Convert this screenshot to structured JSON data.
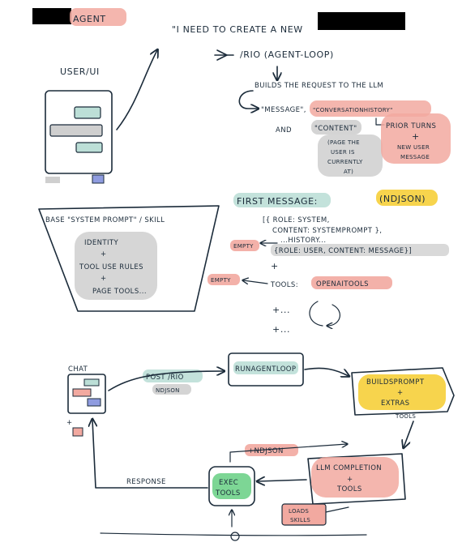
{
  "colors": {
    "pink": "#f2a9a0",
    "mint": "#bcdfd7",
    "grey": "#cfcfcf",
    "yellow": "#f6cf3a",
    "green": "#6fd28a",
    "blue": "#8f9ce0",
    "ink": "#1b2b3a",
    "redaction": "#000000"
  },
  "header": {
    "title_suffix": "AGENT",
    "quote": "\"I NEED TO CREATE A NEW"
  },
  "flow_top": {
    "route": "/RIO (AGENT-LOOP)",
    "step1": "BUILDS THE REQUEST TO THE LLM",
    "message_key": "\"MESSAGE\",",
    "history_key": "\"CONVERSATIONHISTORY\"",
    "and": "AND",
    "content_key": "\"CONTENT\"",
    "content_note": [
      "(PAGE THE",
      "USER IS",
      "CURRENTLY",
      "AT)"
    ],
    "prior_turns": "PRIOR TURNS",
    "plus": "+",
    "new_message": [
      "NEW USER",
      "MESSAGE"
    ]
  },
  "user_ui": {
    "label": "USER/UI"
  },
  "system_prompt": {
    "title": "BASE \"SYSTEM PROMPT\" / SKILL",
    "items": [
      "IDENTITY",
      "+",
      "TOOL USE RULES",
      "+",
      "PAGE TOOLS..."
    ]
  },
  "first_message": {
    "title": "FIRST MESSAGE:",
    "format": "(NDJSON)",
    "lines": [
      "[{ ROLE: SYSTEM,",
      "CONTENT: SYSTEMPROMPT },",
      "...HISTORY...",
      "{ROLE: USER, CONTENT: MESSAGE}]"
    ],
    "empty_label_1": "EMPTY",
    "empty_label_2": "EMPTY",
    "plus": "+",
    "tools": "TOOLS:",
    "tools_value": "OPENAITOOLS",
    "more_1": "+...",
    "more_2": "+..."
  },
  "flow_bottom": {
    "chat": "CHAT",
    "chat_plus": "+",
    "post_route": "POST /RIO",
    "post_format": "NDJSON",
    "run_agent_loop": "RUNAGENTLOOP",
    "builds_prompt": [
      "BUILDSPROMPT",
      "+",
      "EXTRAS"
    ],
    "tools_small": "TOOLS",
    "plus_ndjson": "+NDJSON",
    "llm_completion": [
      "LLM COMPLETION",
      "+",
      "TOOLS"
    ],
    "exec_tools": [
      "EXEC",
      "TOOLS"
    ],
    "response": "RESPONSE",
    "loads_skills": [
      "LOADS",
      "SKILLS"
    ]
  }
}
